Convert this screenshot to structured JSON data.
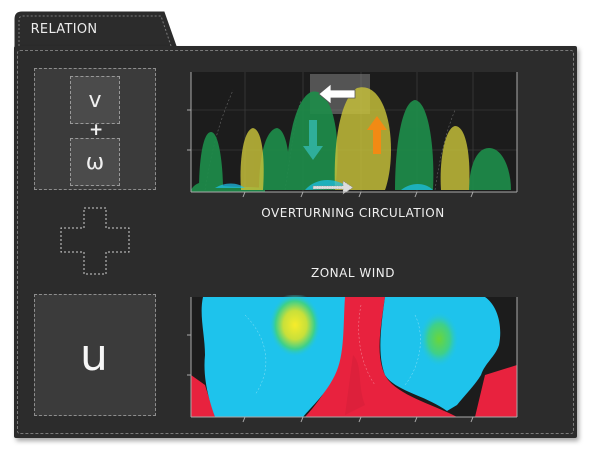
{
  "tab": {
    "label": "RELATION"
  },
  "left_terms": {
    "top_term": {
      "var1": "v",
      "operator": "+",
      "var2": "ω"
    },
    "bottom_term": {
      "var": "u"
    }
  },
  "plots": {
    "overturning": {
      "title": "OVERTURNING CIRCULATION"
    },
    "zonal": {
      "title": "ZONAL WIND"
    }
  },
  "colors": {
    "panel": "#2c2c2c",
    "box": "#3b3b3b",
    "green": "#1e8c4a",
    "yellow": "#c8c23a",
    "cyan": "#1ec3ec",
    "red": "#e8223e",
    "arrow_cyan": "#2fae9a",
    "arrow_orange": "#f28a14"
  }
}
